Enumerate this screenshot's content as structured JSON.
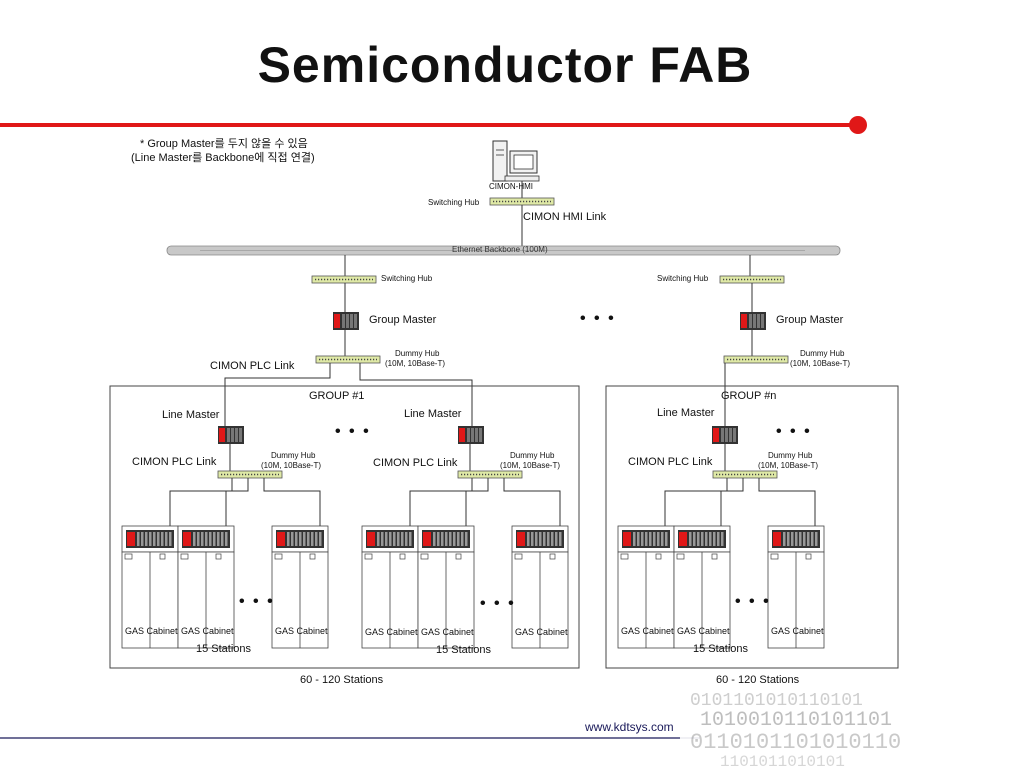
{
  "title": "Semiconductor FAB",
  "footer_url": "www.kdtsys.com",
  "notes": {
    "line1": "* Group Master를 두지 않을 수 있음",
    "line2": "(Line Master를 Backbone에 직접 연결)"
  },
  "top": {
    "hmi_label": "CIMON-HMI",
    "switching_hub": "Switching Hub",
    "hmi_link": "CIMON HMI Link",
    "backbone": "Ethernet Backbone (100M)"
  },
  "branches": {
    "switching_hub": "Switching Hub",
    "group_master": "Group Master",
    "dummy_hub_1": "Dummy Hub",
    "dummy_hub_2": "(10M, 10Base-T)",
    "plc_link": "CIMON PLC Link",
    "ellipsis": "• • •"
  },
  "groups": [
    {
      "name": "GROUP #1",
      "total": "60 - 120 Stations"
    },
    {
      "name": "GROUP #n",
      "total": "60 - 120 Stations"
    }
  ],
  "line": {
    "line_master": "Line Master",
    "plc_link": "CIMON PLC Link",
    "dummy_hub_1": "Dummy Hub",
    "dummy_hub_2": "(10M, 10Base-T)",
    "cabinet": "GAS Cabinet",
    "stations": "15 Stations",
    "ellipsis": "• • •"
  },
  "colors": {
    "accent_red": "#e01818",
    "hub_green": "#dfe9a6",
    "backbone_gray": "#c8c8c8",
    "footer_line": "#1a1a5a"
  }
}
